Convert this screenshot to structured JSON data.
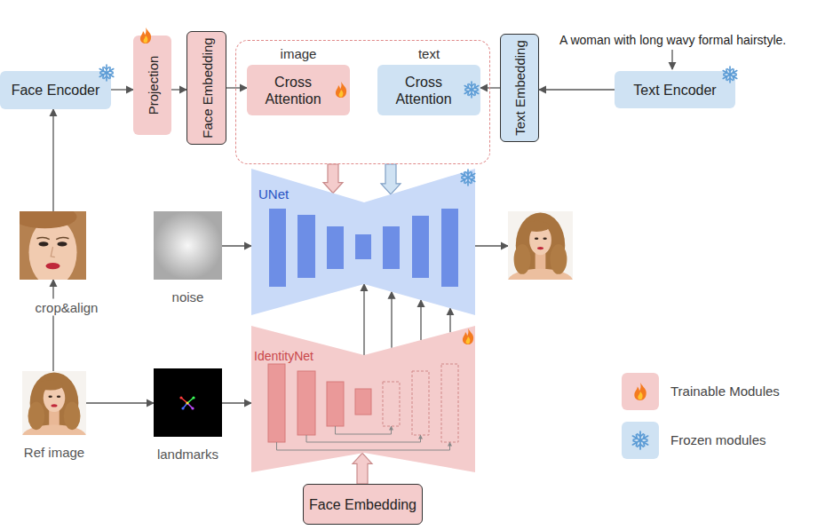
{
  "diagram": {
    "nodes": [
      {
        "text": [
          "Face Encoder"
        ]
      },
      {
        "text": [
          "Projection"
        ]
      },
      {
        "text": [
          "Face Embedding"
        ]
      },
      {
        "text": []
      },
      {
        "text": [
          "image",
          "Cross Attention"
        ],
        "in": 3
      },
      {
        "text": [
          "text",
          "Cross Attention"
        ],
        "in": 3
      },
      {
        "text": [
          "Text Embedding"
        ]
      },
      {
        "text": [
          "Text Encoder"
        ]
      },
      {
        "text": [
          "noise"
        ]
      },
      {
        "text": [
          "UNet"
        ]
      },
      {
        "text": []
      },
      {
        "text": []
      },
      {
        "text": [
          "Ref image"
        ]
      },
      {
        "text": [
          "landmarks"
        ]
      },
      {
        "text": [
          "IdentityNet"
        ]
      },
      {
        "text": [
          "Face Embedding"
        ]
      }
    ],
    "edges": [
      {
        "from": 0,
        "to": 1,
        "arrow": "to"
      },
      {
        "from": 1,
        "to": 2,
        "arrow": "to"
      },
      {
        "from": 2,
        "to": 4,
        "arrow": "to"
      },
      {
        "from": 7,
        "to": 6,
        "arrow": "to"
      },
      {
        "from": 6,
        "to": 5,
        "arrow": "to"
      },
      {
        "from": 3,
        "to": 9,
        "arrow": "to"
      },
      {
        "from": 3,
        "to": 9,
        "arrow": "to"
      },
      {
        "from": 8,
        "to": 9,
        "arrow": "to"
      },
      {
        "from": 9,
        "to": 10,
        "arrow": "to"
      },
      {
        "from": 12,
        "to": 11,
        "label": "crop&align",
        "arrow": "to"
      },
      {
        "from": 11,
        "to": 0,
        "arrow": "to"
      },
      {
        "from": 12,
        "to": 13,
        "arrow": "to"
      },
      {
        "from": 13,
        "to": 14,
        "arrow": "to"
      },
      {
        "from": 14,
        "to": 9,
        "arrow": "to"
      },
      {
        "from": 14,
        "to": 9,
        "arrow": "to"
      },
      {
        "from": 14,
        "to": 9,
        "arrow": "to"
      },
      {
        "from": 14,
        "to": 9,
        "arrow": "to"
      },
      {
        "from": 15,
        "to": 14,
        "arrow": "to"
      }
    ],
    "labels": [
      "A woman with long wavy formal hairstyle."
    ],
    "legend": [
      {
        "text": "Trainable Modules",
        "color": "#f4cccc"
      },
      {
        "text": "Frozen modules",
        "color": "#cfe2f3"
      }
    ]
  }
}
